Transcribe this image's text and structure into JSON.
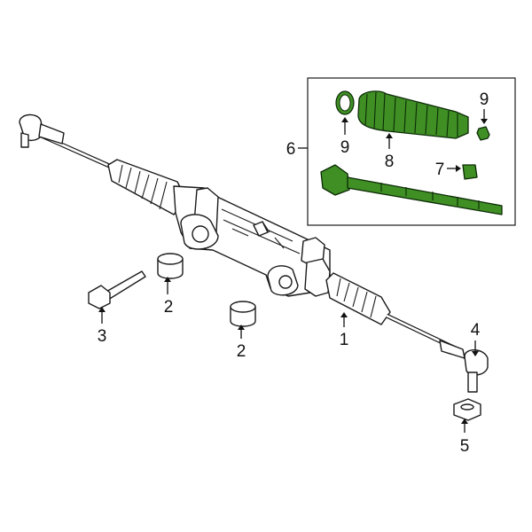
{
  "colors": {
    "highlight": "#3f8f24",
    "highlight_outline": "#0c2a06",
    "line": "#1a1a1a",
    "background": "#ffffff"
  },
  "callouts": {
    "c1": "1",
    "c2a": "2",
    "c2b": "2",
    "c3": "3",
    "c4": "4",
    "c5": "5",
    "c6": "6",
    "c7": "7",
    "c8": "8",
    "c9a": "9",
    "c9b": "9"
  }
}
